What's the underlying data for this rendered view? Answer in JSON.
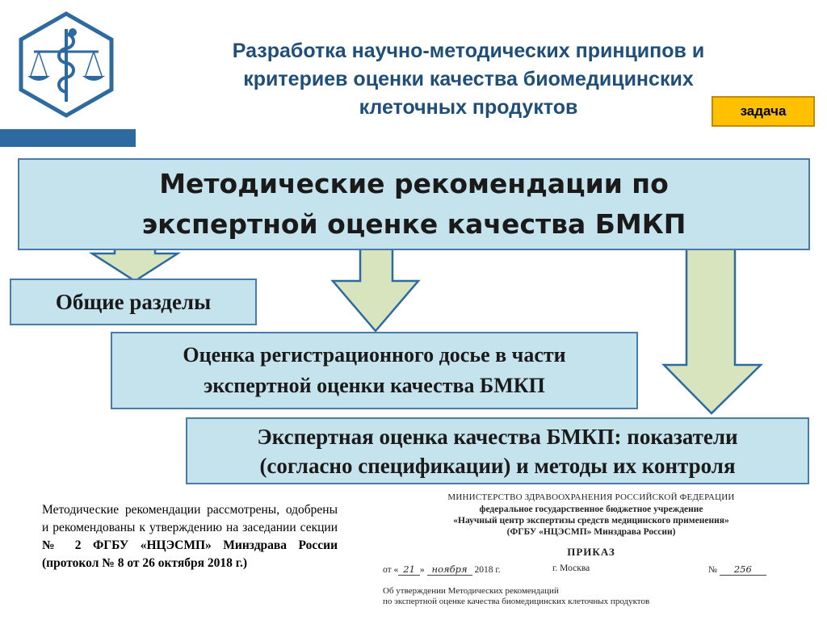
{
  "header": {
    "title_lines": [
      "Разработка научно-методических принципов и",
      "критериев оценки качества биомедицинских",
      "клеточных продуктов"
    ],
    "task_badge": "задача",
    "colors": {
      "title": "#1f4e79",
      "bar": "#2c6aa0",
      "badge": "#ffc000"
    },
    "logo_icon": "caduceus-scales-icon"
  },
  "main_box": {
    "lines": [
      "Методические рекомендации по",
      "экспертной оценке качества БМКП"
    ]
  },
  "sections": {
    "general": "Общие разделы",
    "dossier_lines": [
      "Оценка регистрационного досье в части",
      "экспертной оценки качества БМКП"
    ],
    "indicators_lines": [
      "Экспертная оценка качества БМКП: показатели",
      "(согласно спецификации) и методы их контроля"
    ]
  },
  "colors": {
    "box_fill": "#c5e3ec",
    "box_border": "#4a7aa8",
    "arrow_fill": "#d7e4bd",
    "arrow_border": "#2c6aa0"
  },
  "note": {
    "plain": "Методические рекомендации рассмотрены, одобрены и рекомендованы к утверждению на заседании секции ",
    "bold": "№ 2 ФГБУ «НЦЭСМП» Минздрава России (протокол № 8 от 26 октября 2018 г.)"
  },
  "order_doc": {
    "ministry": "МИНИСТЕРСТВО ЗДРАВООХРАНЕНИЯ РОССИЙСКОЙ ФЕДЕРАЦИИ",
    "institution": "федеральное государственное бюджетное учреждение",
    "center": "«Научный центр экспертизы средств медицинского применения»",
    "abbrev": "(ФГБУ «НЦЭСМП» Минздрава России)",
    "doc_type": "ПРИКАЗ",
    "date_prefix": "от «",
    "date_day": "21",
    "date_mid": "»",
    "date_month": "ноября",
    "date_year": "2018 г.",
    "city": "г. Москва",
    "number_prefix": "№",
    "number": "256",
    "subject_line1": "Об утверждении Методических рекомендаций",
    "subject_line2": "по экспертной оценке качества биомедицинских клеточных продуктов"
  }
}
